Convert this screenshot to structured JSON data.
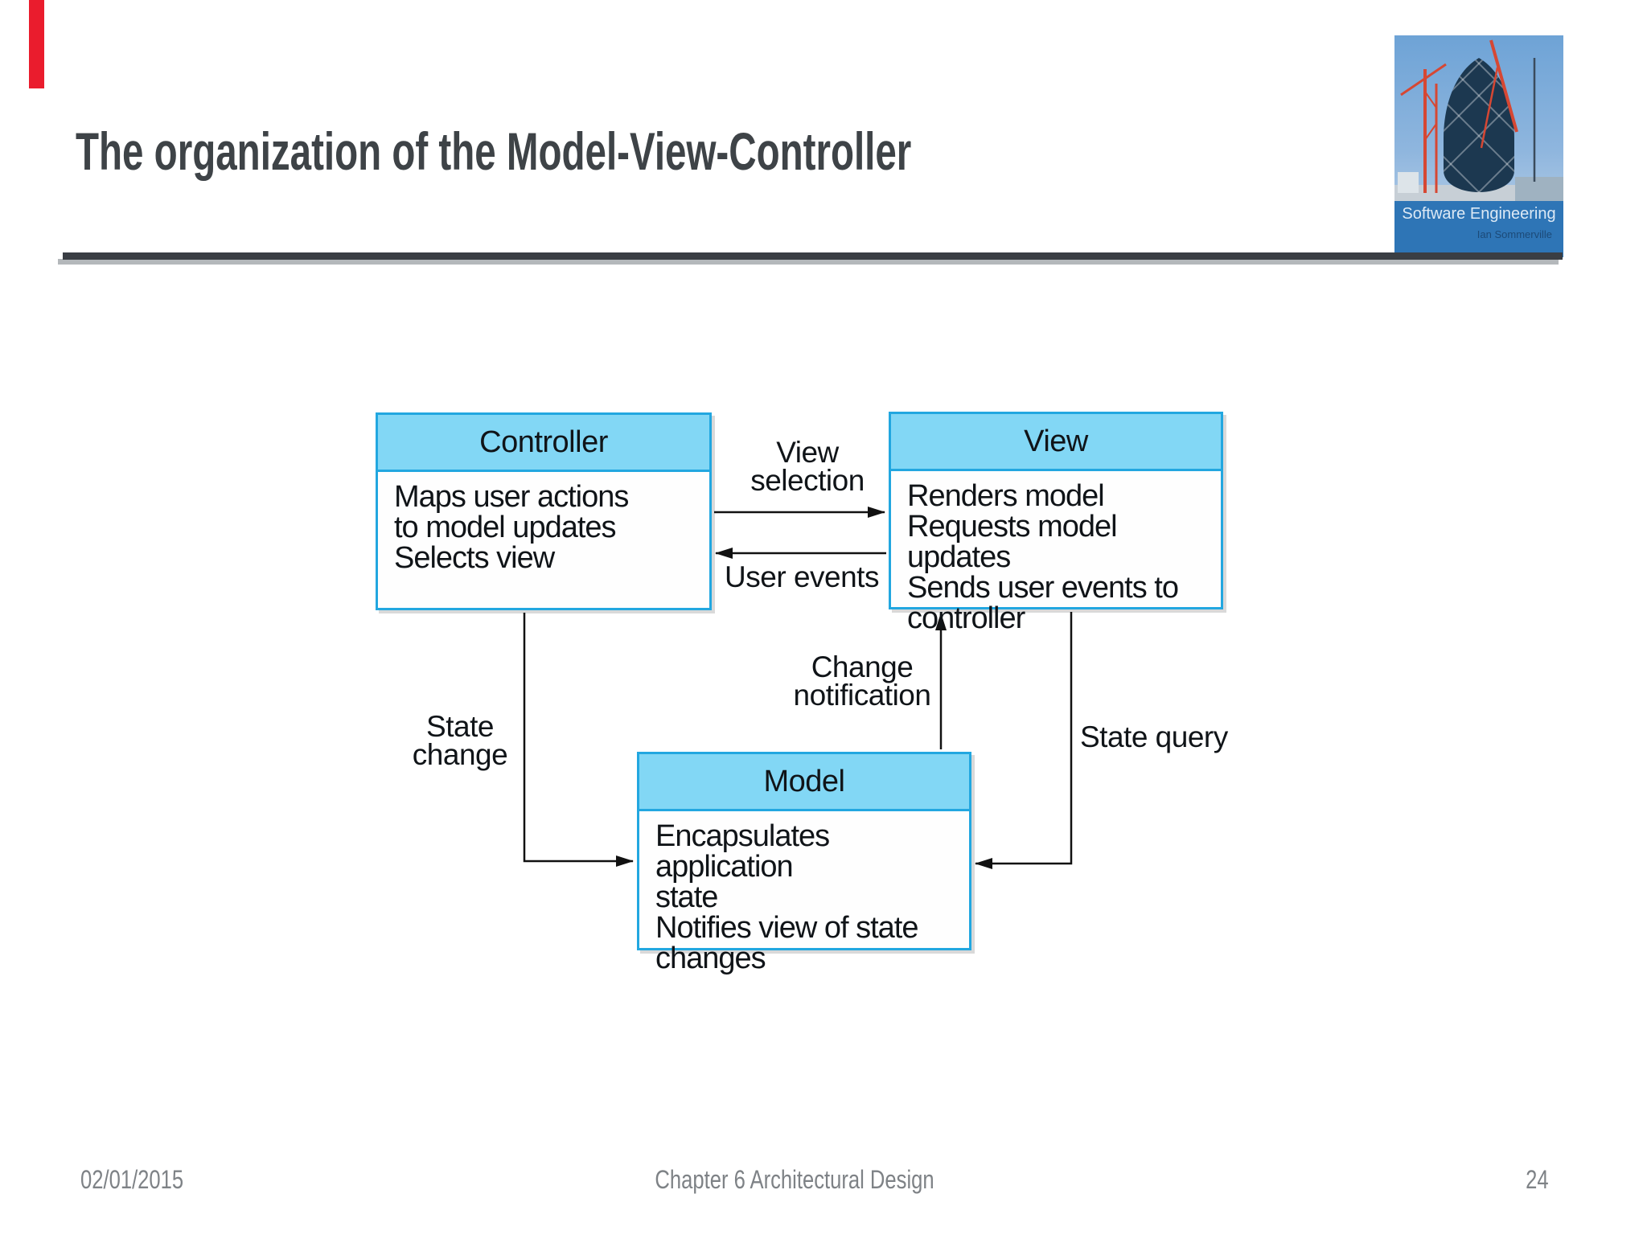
{
  "slide": {
    "title": "The organization of the Model-View-Controller",
    "footer": {
      "date": "02/01/2015",
      "chapter": "Chapter 6 Architectural Design",
      "page": "24"
    }
  },
  "logo": {
    "book_title": "Software Engineering",
    "book_author": "Ian Sommerville"
  },
  "diagram": {
    "boxes": [
      {
        "id": "controller",
        "title": "Controller",
        "body": "Maps user actions\nto model updates\nSelects view"
      },
      {
        "id": "view",
        "title": "View",
        "body": "Renders model\nRequests model updates\nSends user events to\ncontroller"
      },
      {
        "id": "model",
        "title": "Model",
        "body": "Encapsulates application\nstate\nNotifies view of state\nchanges"
      }
    ],
    "labels": {
      "view_selection": "View\nselection",
      "user_events": "User events",
      "change_notification": "Change\nnotification",
      "state_change": "State\nchange",
      "state_query": "State query"
    }
  },
  "colors": {
    "box_border": "#22a7e0",
    "box_header_fill": "#82d7f5",
    "arrow": "#111111",
    "title_text": "#3e4347",
    "divider": "#3a3e44",
    "footer_text": "#7e8286",
    "red_bar": "#ea1c2d",
    "logo_band": "#2e75b6"
  }
}
